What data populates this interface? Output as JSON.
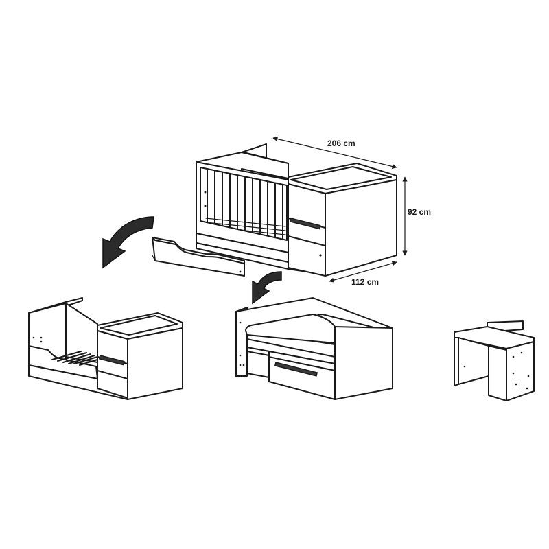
{
  "dimensions": {
    "width_label": "206 cm",
    "height_label": "92 cm",
    "depth_label": "112 cm"
  },
  "colors": {
    "line": "#1a1a1a",
    "arrow": "#2b2b2b",
    "background": "#ffffff"
  },
  "icons": [
    "curved-arrow-icon"
  ]
}
